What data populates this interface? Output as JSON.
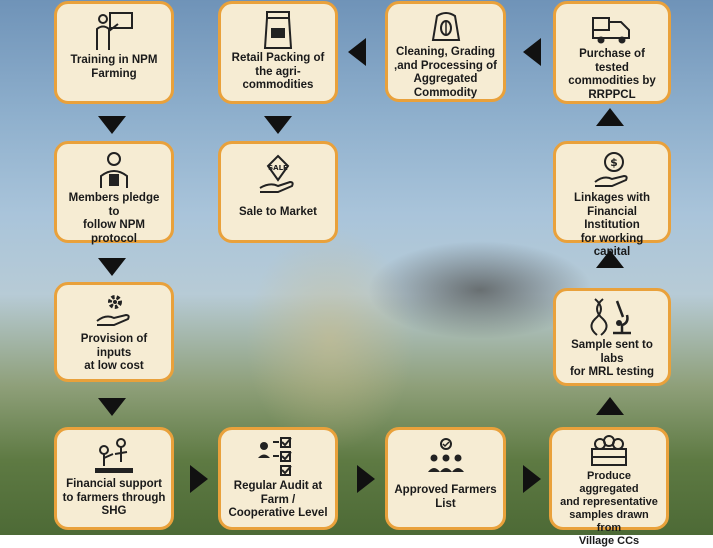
{
  "steps": {
    "training": "Training in NPM\nFarming",
    "retail_packing": "Retail Packing of\nthe agri-\ncommodities",
    "cleaning": "Cleaning, Grading\n,and Processing of\nAggregated\nCommodity",
    "purchase": "Purchase of tested\ncommodities by\nRRPPCL",
    "members_pledge": "Members pledge to\nfollow NPM\nprotocol",
    "sale": "Sale to Market",
    "linkages": "Linkages with\nFinancial Institution\nfor working capital",
    "provision": "Provision of inputs\nat low cost",
    "sample_labs": "Sample sent to labs\nfor MRL testing",
    "financial_support": "Financial support\nto farmers through\nSHG",
    "regular_audit": "Regular Audit at\nFarm /\nCooperative Level",
    "approved_list": "Approved Farmers\nList",
    "produce_aggregated": "Produce aggregated\nand representative\nsamples drawn from\nVillage CCs"
  },
  "colors": {
    "card_fill": "#f6ecd3",
    "card_border": "#e9a13b",
    "arrow": "#111111"
  }
}
